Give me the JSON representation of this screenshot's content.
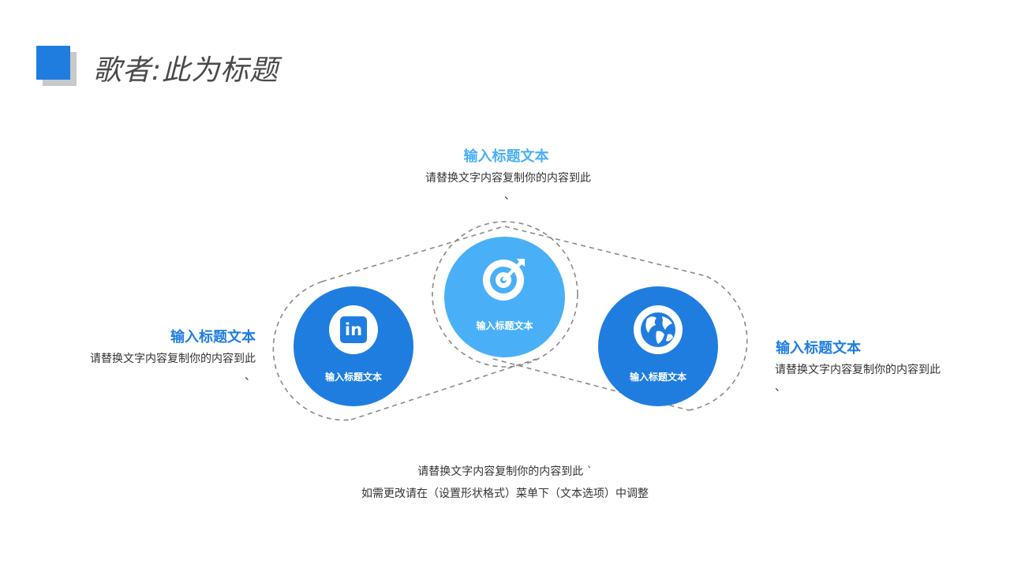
{
  "title": "歌者:此为标题",
  "colors": {
    "accent": "#1f7de0",
    "accent_light": "#49b0f7",
    "gray_block": "#c9c9c9",
    "dash": "#8a8a8a"
  },
  "top_block": {
    "title": "输入标题文本",
    "text": "请替换文字内容复制你的内容到此",
    "mark": "、"
  },
  "left_block": {
    "title": "输入标题文本",
    "text": "请替换文字内容复制你的内容到此",
    "mark": "、"
  },
  "right_block": {
    "title": "输入标题文本",
    "text": "请替换文字内容复制你的内容到此",
    "mark": "、"
  },
  "circles": [
    {
      "icon": "linkedin-icon",
      "glyph": "in",
      "label": "输入标题文本"
    },
    {
      "icon": "target-icon",
      "label": "输入标题文本"
    },
    {
      "icon": "globe-icon",
      "label": "输入标题文本"
    }
  ],
  "footer": {
    "line1": "请替换文字内容复制你的内容到此 `",
    "line2": "如需更改请在（设置形状格式）菜单下（文本选项）中调整"
  }
}
